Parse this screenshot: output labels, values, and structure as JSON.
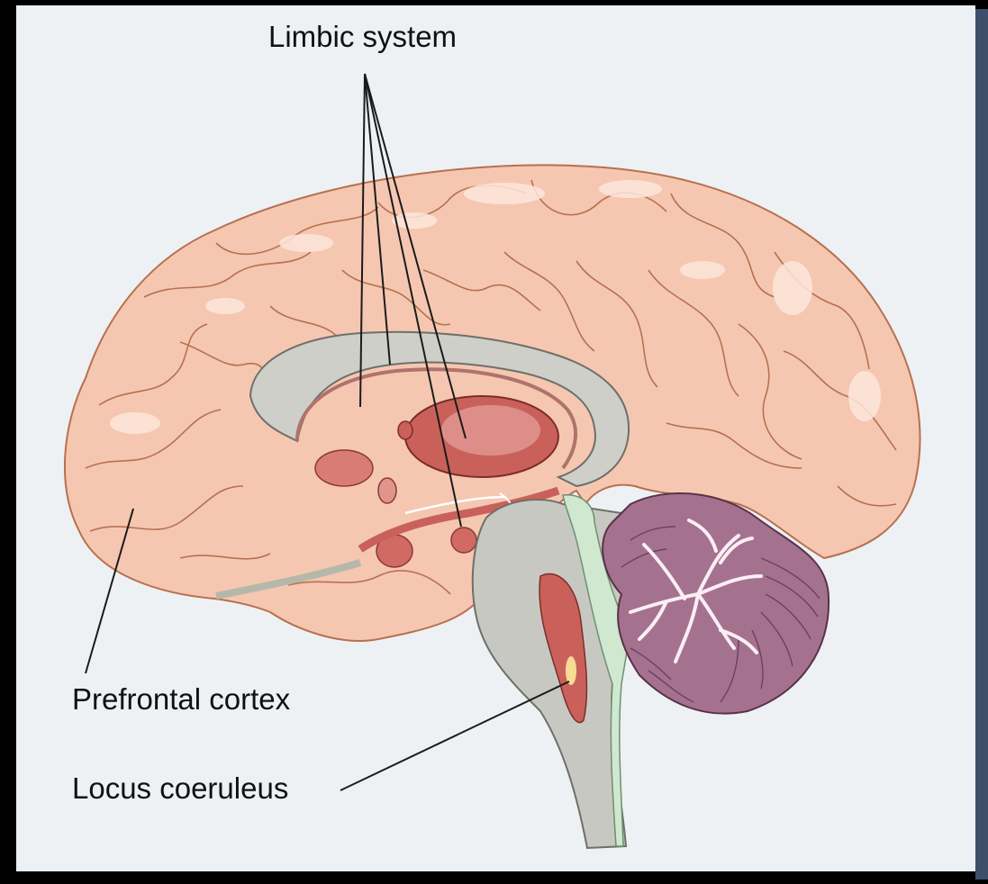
{
  "figure": {
    "labels": {
      "limbic_system": "Limbic system",
      "prefrontal_cortex": "Prefrontal cortex",
      "locus_coeruleus": "Locus coeruleus"
    },
    "colors": {
      "background_panel": "#edf1f3",
      "frame_accent": "#3d4f6b",
      "cortex_fill": "#f5c7b1",
      "cortex_highlight": "#fde6da",
      "cortex_line": "#b8704f",
      "corpus_callosum": "#cfcfc9",
      "thalamus": "#c9615a",
      "brainstem": "#c8c8c3",
      "fourth_ventricle": "#cfe8cf",
      "cerebellum": "#a4728f",
      "cerebellum_white_matter": "#fbeef4",
      "leader_line": "#1b1b1b"
    }
  }
}
